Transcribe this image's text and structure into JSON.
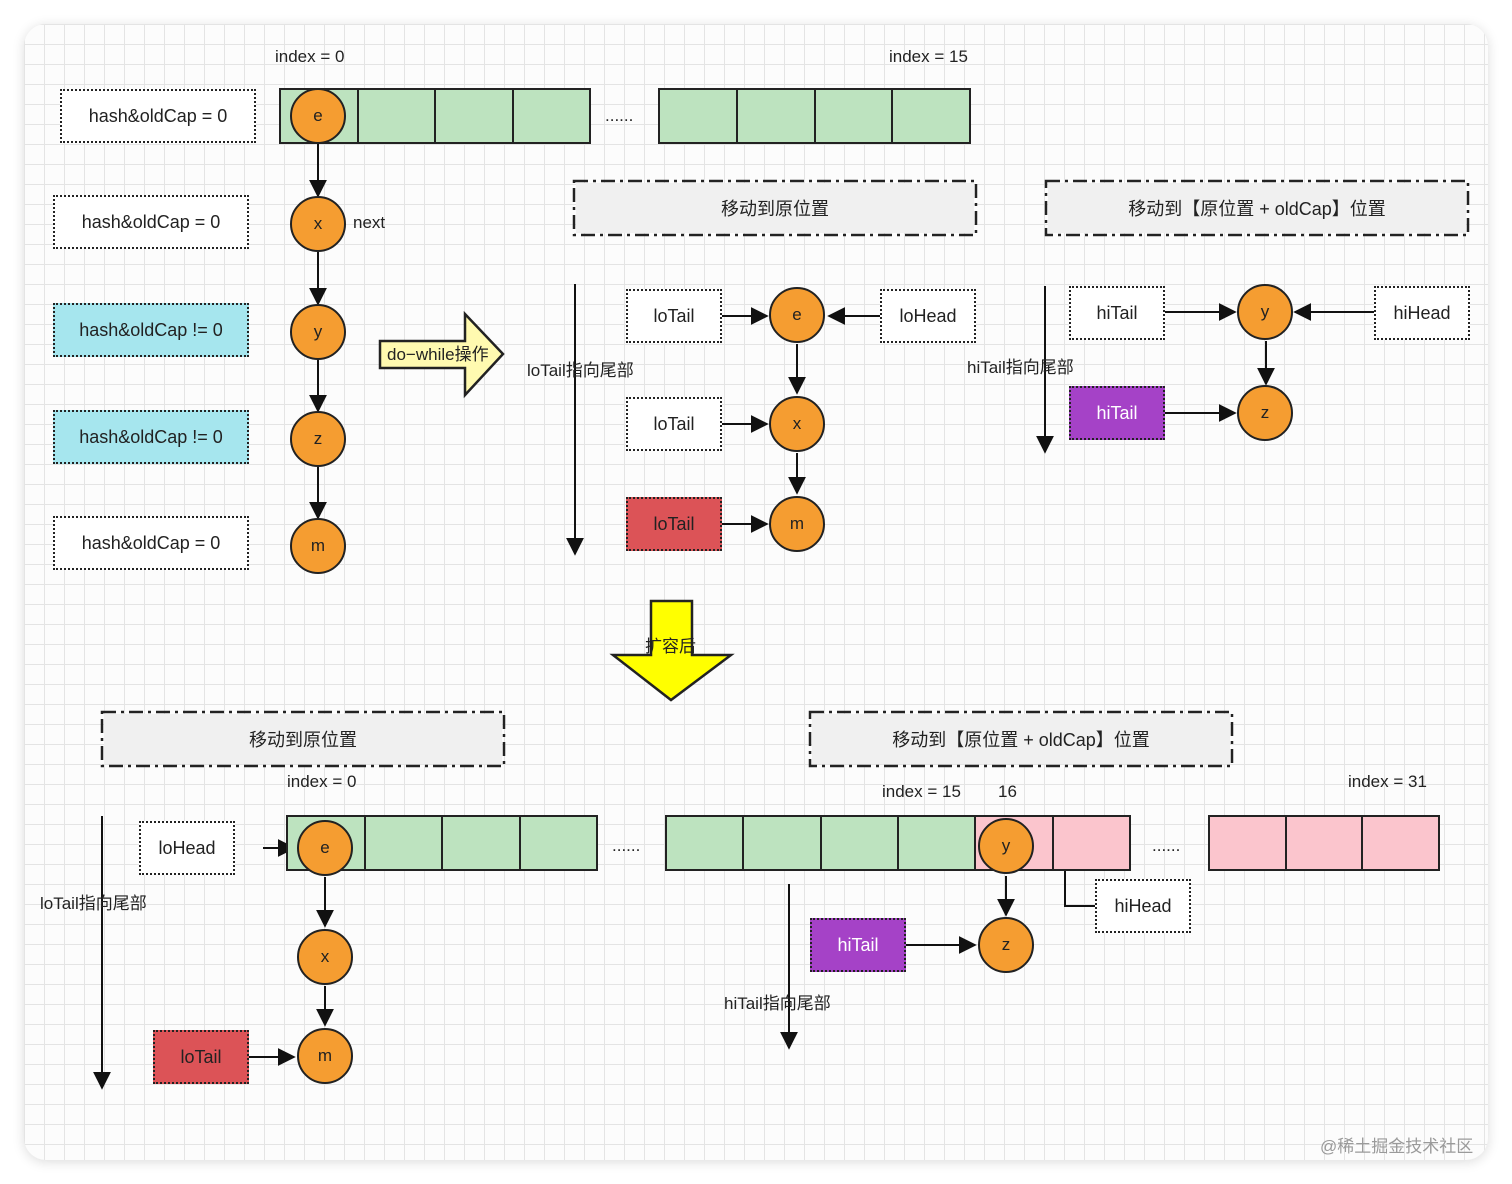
{
  "top": {
    "index_start": "index = 0",
    "index_end": "index = 15",
    "ellipsis": "......",
    "conditions": [
      "hash&oldCap = 0",
      "hash&oldCap = 0",
      "hash&oldCap != 0",
      "hash&oldCap != 0",
      "hash&oldCap = 0"
    ],
    "chain_nodes": [
      "e",
      "x",
      "y",
      "z",
      "m"
    ],
    "next_label": "next",
    "do_while_label": "do−while操作"
  },
  "lo_group": {
    "title": "移动到原位置",
    "pointer_label": "loTail指向尾部",
    "tails": [
      "loTail",
      "loTail",
      "loTail"
    ],
    "head": "loHead",
    "nodes": [
      "e",
      "x",
      "m"
    ]
  },
  "hi_group": {
    "title": "移动到【原位置 + oldCap】位置",
    "pointer_label": "hiTail指向尾部",
    "tails": [
      "hiTail",
      "hiTail"
    ],
    "head": "hiHead",
    "nodes": [
      "y",
      "z"
    ]
  },
  "resize_label": "扩容后",
  "bottom": {
    "lo_title": "移动到原位置",
    "hi_title": "移动到【原位置 + oldCap】位置",
    "index_start": "index = 0",
    "index_15": "index = 15",
    "index_16": "16",
    "index_end": "index = 31",
    "ellipsis": "......",
    "lo_head": "loHead",
    "lo_tail": "loTail",
    "lo_pointer_label": "loTail指向尾部",
    "lo_nodes": [
      "e",
      "x",
      "m"
    ],
    "hi_head": "hiHead",
    "hi_tail": "hiTail",
    "hi_pointer_label": "hiTail指向尾部",
    "hi_nodes": [
      "y",
      "z"
    ]
  },
  "watermark": "@稀土掘金技术社区",
  "colors": {
    "node": "#f59d31",
    "bucket_old": "#bde3bf",
    "bucket_new": "#fbc5cd",
    "condition_nonzero": "#a6e6ee",
    "lo_tail_final": "#dc5357",
    "hi_tail_final": "#a542c7",
    "big_arrow": "#fffab0",
    "resize_arrow": "#ffff00"
  }
}
